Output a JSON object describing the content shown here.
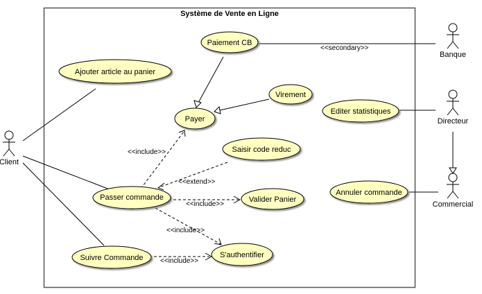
{
  "diagram": {
    "type": "uml-use-case",
    "system": {
      "title": "Système de Vente en Ligne"
    },
    "colors": {
      "usecase_fill": "#ffffc0",
      "usecase_stroke": "#000000",
      "shadow": "#9e9e9e",
      "boundary": "#555555",
      "line": "#000000"
    },
    "actors": [
      {
        "id": "client",
        "label": "Client"
      },
      {
        "id": "banque",
        "label": "Banque"
      },
      {
        "id": "directeur",
        "label": "Directeur"
      },
      {
        "id": "commercial",
        "label": "Commercial"
      }
    ],
    "usecases": [
      {
        "id": "paiement_cb",
        "label": "Paiement CB"
      },
      {
        "id": "ajouter_article",
        "label": "Ajouter article au panier"
      },
      {
        "id": "virement",
        "label": "Virement"
      },
      {
        "id": "payer",
        "label": "Payer"
      },
      {
        "id": "editer_stats",
        "label": "Editer statistiques"
      },
      {
        "id": "saisir_code",
        "label": "Saisir code reduc"
      },
      {
        "id": "passer_commande",
        "label": "Passer commande"
      },
      {
        "id": "valider_panier",
        "label": "Valider Panier"
      },
      {
        "id": "annuler_commande",
        "label": "Annuler commande"
      },
      {
        "id": "suivre_commande",
        "label": "Suivre Commande"
      },
      {
        "id": "authentifier",
        "label": "S'authentifier"
      }
    ],
    "relations": [
      {
        "type": "association",
        "from": "client",
        "to": "ajouter_article"
      },
      {
        "type": "association",
        "from": "client",
        "to": "passer_commande"
      },
      {
        "type": "association",
        "from": "client",
        "to": "suivre_commande"
      },
      {
        "type": "association",
        "from": "paiement_cb",
        "to": "banque",
        "label": "<<secondary>>"
      },
      {
        "type": "association",
        "from": "editer_stats",
        "to": "directeur"
      },
      {
        "type": "association",
        "from": "annuler_commande",
        "to": "commercial"
      },
      {
        "type": "generalization",
        "from": "paiement_cb",
        "to": "payer"
      },
      {
        "type": "generalization",
        "from": "virement",
        "to": "payer"
      },
      {
        "type": "generalization",
        "from": "directeur",
        "to": "commercial"
      },
      {
        "type": "include",
        "from": "passer_commande",
        "to": "payer",
        "label": "<<include>>"
      },
      {
        "type": "extend",
        "from": "saisir_code",
        "to": "passer_commande",
        "label": "<<extend>>"
      },
      {
        "type": "include",
        "from": "passer_commande",
        "to": "valider_panier",
        "label": "<<include>>"
      },
      {
        "type": "include",
        "from": "passer_commande",
        "to": "authentifier",
        "label": "<<include>>"
      },
      {
        "type": "include",
        "from": "suivre_commande",
        "to": "authentifier",
        "label": "<<include>>"
      }
    ]
  }
}
